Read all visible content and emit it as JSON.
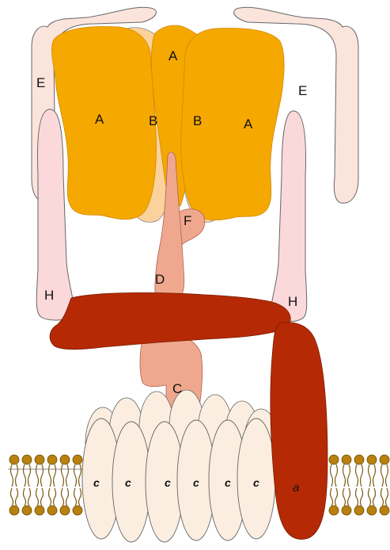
{
  "diagram": {
    "labels": {
      "a_top": "A",
      "a_left": "A",
      "a_right": "A",
      "b_left": "B",
      "b_right": "B",
      "e_left": "E",
      "e_right": "E",
      "f": "F",
      "d": "D",
      "h_left": "H",
      "h_right": "H",
      "c_stalk": "C",
      "c_ring": [
        "c",
        "c",
        "c",
        "c",
        "c",
        "c"
      ],
      "a_subunit": "a"
    },
    "colors": {
      "subunit_a_alpha": "#f5a800",
      "subunit_b_beta": "#fbd29b",
      "stator_e": "#fbe4dc",
      "stator_h": "#fbd9da",
      "rotor_dfc": "#efa88e",
      "stator_arm": "#b52a05",
      "c_ring": "#fbeee0",
      "lipid_head": "#b8800e",
      "outline": "#666666"
    }
  }
}
